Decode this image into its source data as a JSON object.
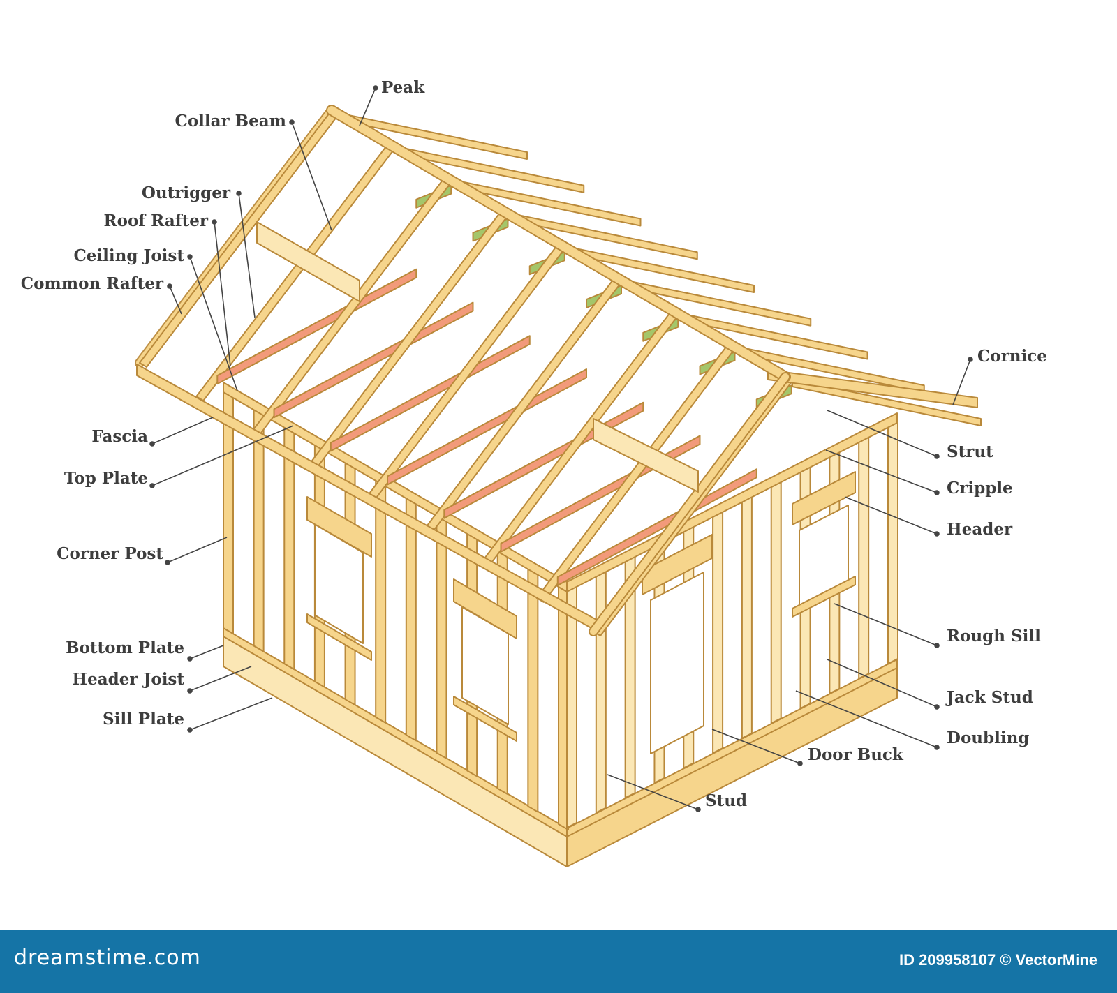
{
  "diagram": {
    "colors": {
      "wood": "#f6d58c",
      "wood_light": "#fbe7b5",
      "outline": "#b9893a",
      "ceiling_joist": "#a4c66a",
      "rafter": "#f29a7a",
      "leader": "#444444",
      "text": "#3d3d3d"
    },
    "labels": {
      "peak": "Peak",
      "collar_beam": "Collar Beam",
      "outrigger": "Outrigger",
      "roof_rafter": "Roof Rafter",
      "ceiling_joist": "Ceiling Joist",
      "common_rafter": "Common Rafter",
      "fascia": "Fascia",
      "top_plate": "Top Plate",
      "corner_post": "Corner Post",
      "bottom_plate": "Bottom Plate",
      "header_joist": "Header Joist",
      "sill_plate": "Sill Plate",
      "cornice": "Cornice",
      "strut": "Strut",
      "cripple": "Cripple",
      "header": "Header",
      "rough_sill": "Rough Sill",
      "jack_stud": "Jack Stud",
      "doubling": "Doubling",
      "door_buck": "Door Buck",
      "stud": "Stud"
    }
  },
  "footer": {
    "brand": "dreamstime.com",
    "image_id": "ID 209958107 © VectorMine",
    "background": "#1574a6"
  }
}
